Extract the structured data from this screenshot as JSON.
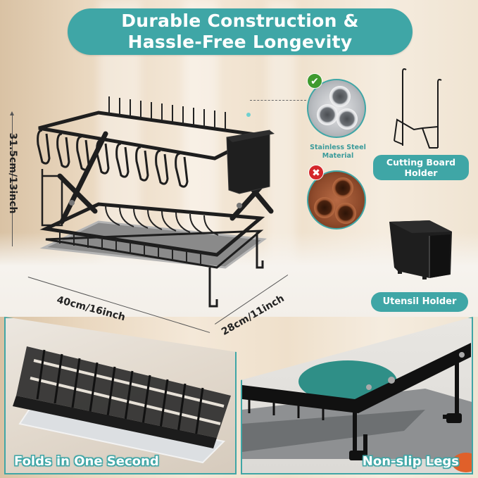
{
  "banner": {
    "line1": "Durable Construction &",
    "line2": "Hassle-Free Longevity",
    "color": "#3fa6a6"
  },
  "dimensions": {
    "height": "31.5cm/13inch",
    "width": "40cm/16inch",
    "depth": "28cm/11inch"
  },
  "materials": {
    "good": {
      "badge_icon": "check-icon",
      "badge_symbol": "✔",
      "label_line1": "Stainless Steel",
      "label_line2": "Material",
      "badge_color": "#3f9a2f"
    },
    "bad": {
      "badge_icon": "cross-icon",
      "badge_symbol": "✖",
      "badge_color": "#d4262a"
    }
  },
  "accessories": {
    "board_holder": {
      "line1": "Cutting Board",
      "line2": "Holder"
    },
    "utensil_holder": {
      "label": "Utensil Holder"
    }
  },
  "panels": {
    "left": {
      "caption": "Folds in One Second"
    },
    "right": {
      "caption": "Non-slip Legs"
    }
  }
}
